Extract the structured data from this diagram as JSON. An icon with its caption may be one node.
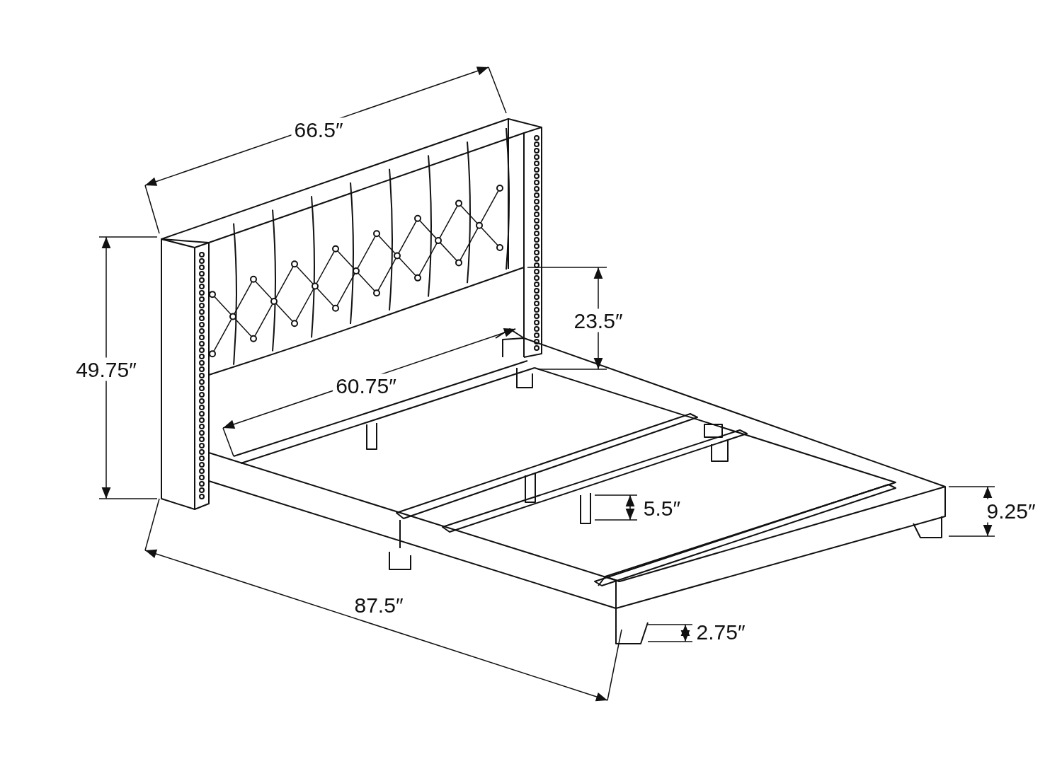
{
  "diagram": {
    "labels": [
      "66.5″",
      "49.75″",
      "23.5″",
      "60.75″",
      "5.5″",
      "9.25″",
      "87.5″",
      "2.75″"
    ]
  }
}
